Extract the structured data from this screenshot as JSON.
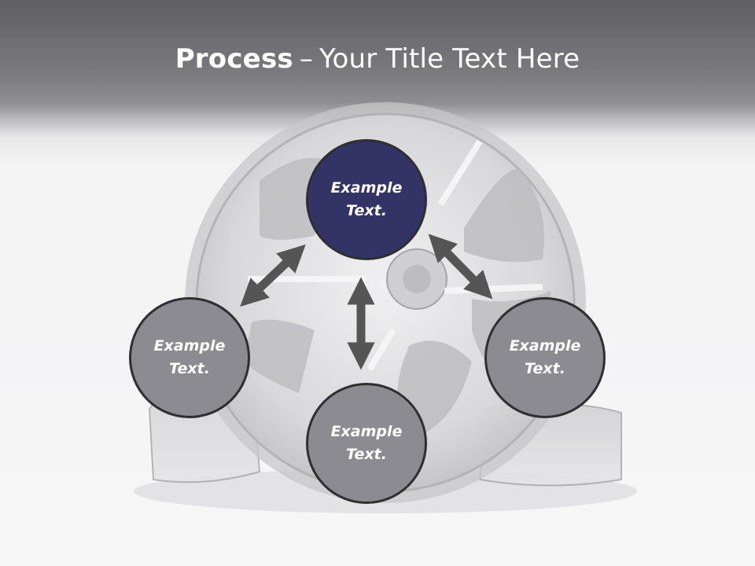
{
  "slide": {
    "title_bold": "Process",
    "title_dash": "–",
    "title_rest": "Your Title Text Here"
  },
  "nodes": {
    "top": {
      "text": "Example\nText.",
      "color": "#333366"
    },
    "left": {
      "text": "Example\nText.",
      "color": "#8b8b91"
    },
    "bottom": {
      "text": "Example\nText.",
      "color": "#8b8b91"
    },
    "right": {
      "text": "Example\nText.",
      "color": "#8b8b91"
    }
  },
  "colors": {
    "header": "#6e6e72",
    "arrow": "#555555",
    "node_border": "#2f2f33"
  },
  "arrows": [
    {
      "name": "top-to-left",
      "type": "double-headed"
    },
    {
      "name": "top-to-right",
      "type": "double-headed"
    },
    {
      "name": "top-to-bottom",
      "type": "double-headed"
    }
  ]
}
